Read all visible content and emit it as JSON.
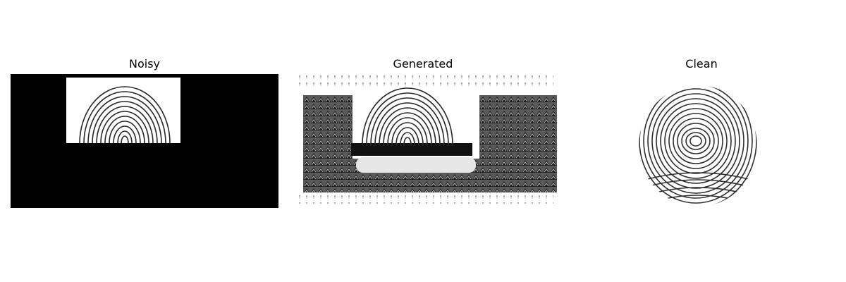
{
  "figure": {
    "panels": [
      {
        "title": "Noisy"
      },
      {
        "title": "Generated"
      },
      {
        "title": "Clean"
      }
    ]
  },
  "colors": {
    "background": "#ffffff",
    "ink": "#000000",
    "ridge": "#262626"
  }
}
